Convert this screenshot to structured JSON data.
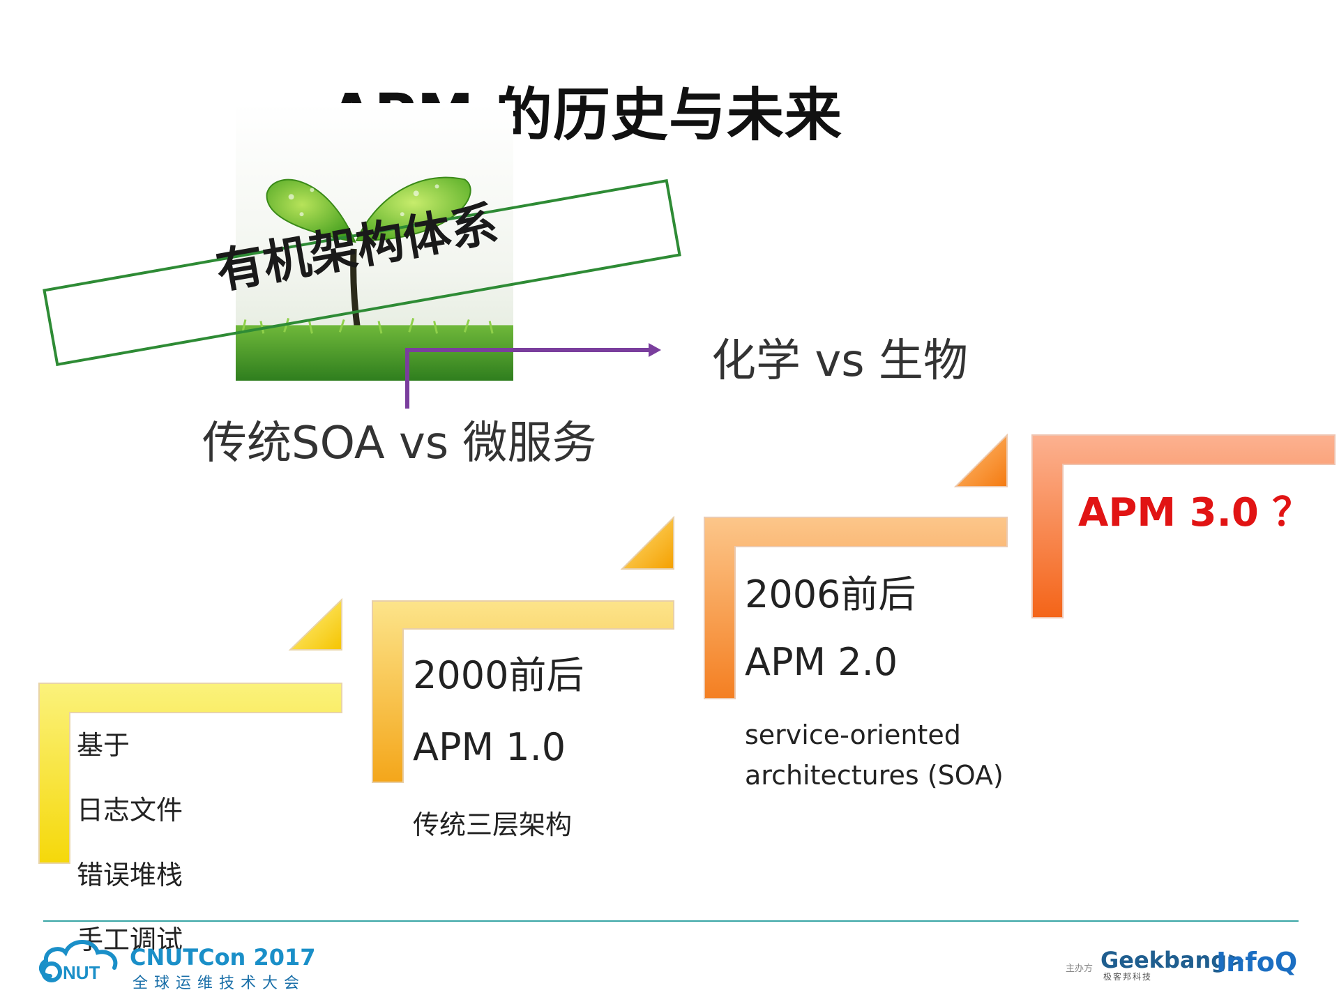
{
  "slide": {
    "title": "APM 的历史与未来",
    "banner": "有机架构体系",
    "chem_bio": "化学 vs  生物",
    "soa_micro": "传统SOA  vs  微服务"
  },
  "steps": {
    "step0": {
      "items": [
        "基于",
        "日志文件",
        "错误堆栈",
        "手工调试"
      ]
    },
    "step1": {
      "era": "2000前后",
      "version": "APM 1.0",
      "desc": "传统三层架构"
    },
    "step2": {
      "era": "2006前后",
      "version": "APM 2.0",
      "desc_line1": "service-oriented",
      "desc_line2": "architectures (SOA)"
    },
    "step3": {
      "version": "APM 3.0 ？"
    }
  },
  "footer": {
    "conf_name": "CNUTCon 2017",
    "conf_sub": "全球运维技术大会",
    "conf_logo_mark": "NUT",
    "sponsor_label": "主办方",
    "geekbang": "Geekbang>.",
    "geekbang_sub": "极客邦科技",
    "infoq": "InfoQ"
  },
  "colors": {
    "banner_border": "#2e8b35",
    "arrow": "#7a3e9d",
    "apm3": "#e11414",
    "footer_line": "#3aa6a6",
    "step_yellow": "#f8e33a",
    "step_orange": "#f47a2a"
  },
  "icons": [
    "sprout-image",
    "cloud-logo-icon"
  ]
}
